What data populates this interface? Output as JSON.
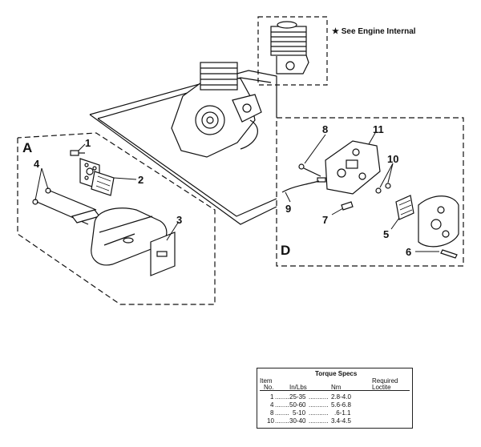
{
  "callouts": {
    "group_a": "A",
    "group_d": "D",
    "items": {
      "i1": "1",
      "i2": "2",
      "i3": "3",
      "i4": "4",
      "i5": "5",
      "i6": "6",
      "i7": "7",
      "i8": "8",
      "i9": "9",
      "i10": "10",
      "i11": "11"
    }
  },
  "engine_note": "★ See Engine Internal",
  "torque_table": {
    "title": "Torque Specs",
    "header": {
      "item_line1": "Item",
      "item_line2": "No.",
      "inlbs": "In/Lbs",
      "nm": "Nm",
      "required_line1": "Required",
      "required_line2": "Loctite"
    },
    "rows": [
      {
        "item": "1",
        "inlbs": "25-35",
        "nm": "2.8-4.0"
      },
      {
        "item": "4",
        "inlbs": "50-60",
        "nm": "5.6-6.8"
      },
      {
        "item": "8",
        "inlbs": "5-10",
        "nm": ".6-1.1"
      },
      {
        "item": "10",
        "inlbs": "30-40",
        "nm": "3.4-4.5"
      }
    ]
  }
}
